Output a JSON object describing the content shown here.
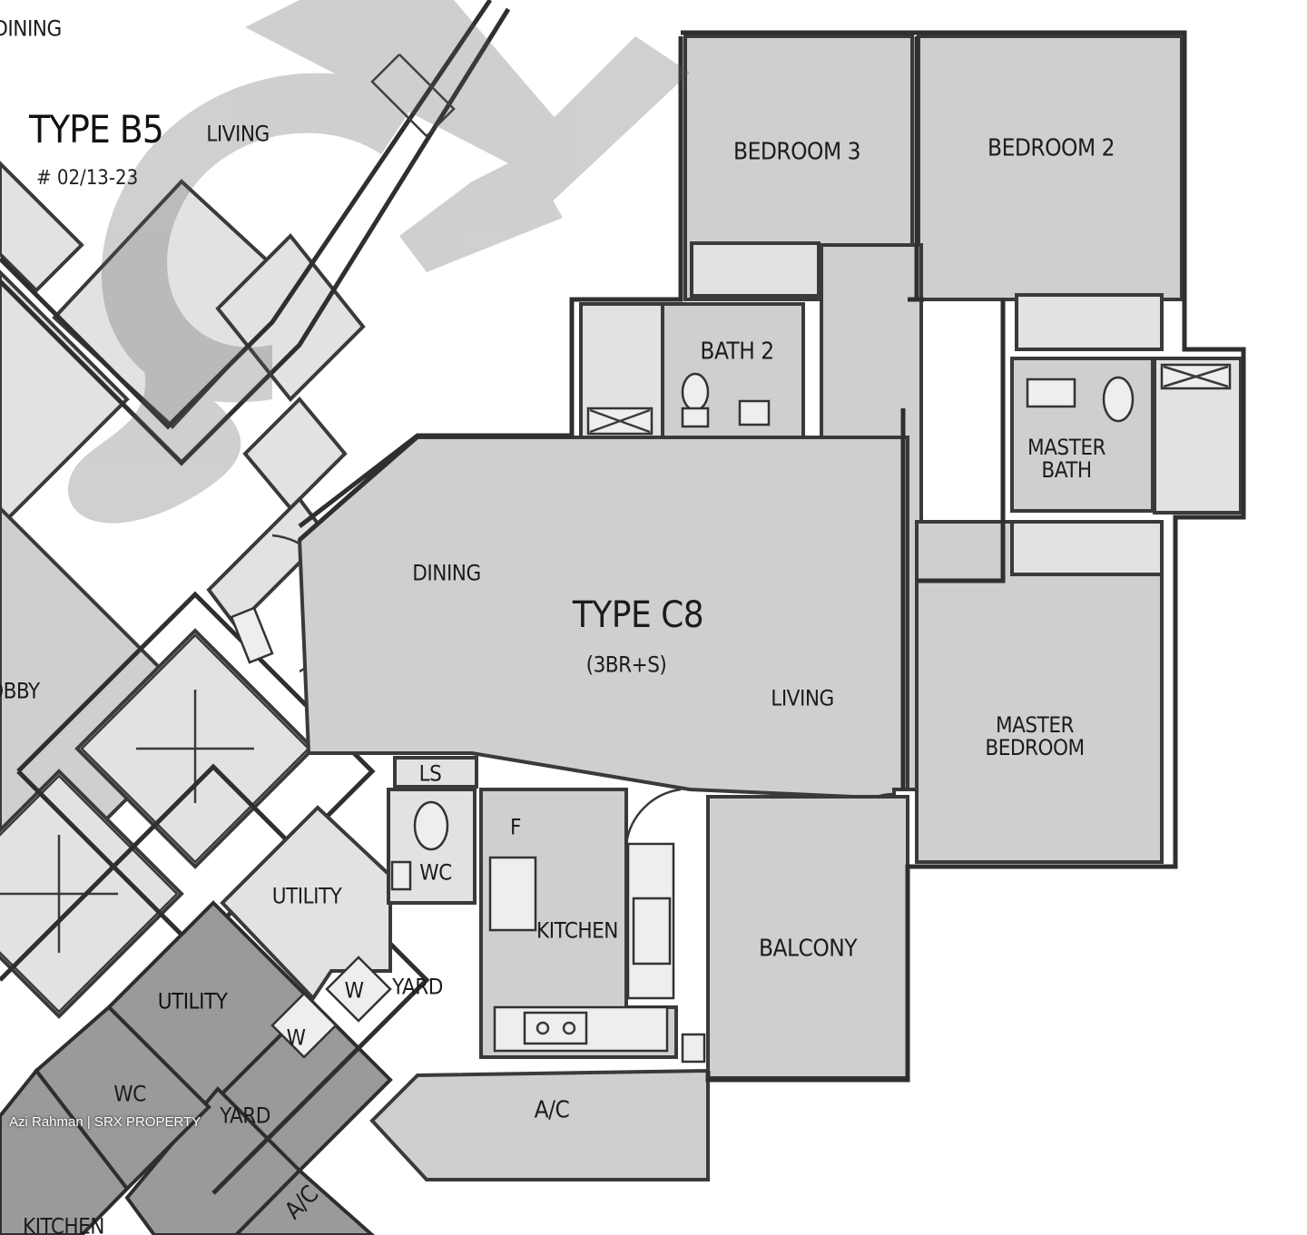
{
  "plan": {
    "title_b5": "TYPE B5",
    "b5_units": "# 02/13-23",
    "title_c8": "TYPE C8",
    "c8_units": "(3BR+S)",
    "credit": "Azi Rahman | SRX PROPERTY",
    "watermark": "SRX",
    "rooms": {
      "dining_top": "DINING",
      "living": "LIVING",
      "bedroom3": "BEDROOM 3",
      "bedroom2": "BEDROOM 2",
      "bath2": "BATH 2",
      "master_bath": "MASTER BATH",
      "dining": "DINING",
      "living_c8": "LIVING",
      "master_bedroom": "MASTER BEDROOM",
      "lobby": "LOBBY",
      "ls": "LS",
      "f": "F",
      "wc": "WC",
      "utility": "UTILITY",
      "kitchen": "KITCHEN",
      "balcony": "BALCONY",
      "yard": "YARD",
      "w": "W",
      "ac": "A/C",
      "utility2": "UTILITY",
      "w2": "W",
      "wc2": "WC",
      "yard2": "YARD",
      "ac2": "A/C",
      "kitchen2": "KITCHEN"
    }
  }
}
